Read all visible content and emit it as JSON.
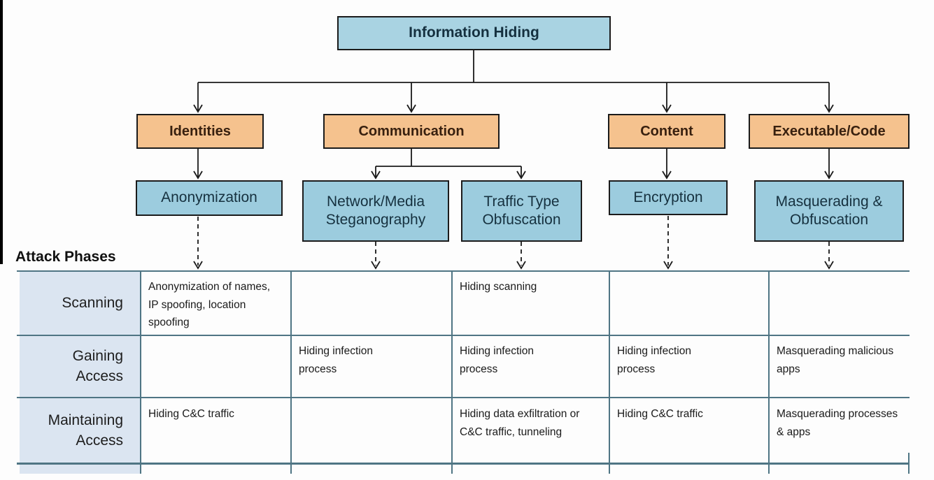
{
  "diagram": {
    "root": {
      "label": "Information Hiding"
    },
    "categories": [
      {
        "label": "Identities"
      },
      {
        "label": "Communication"
      },
      {
        "label": "Content"
      },
      {
        "label": "Executable/Code"
      }
    ],
    "techniques": [
      {
        "label": "Anonymization"
      },
      {
        "label": "Network/Media Steganography"
      },
      {
        "label": "Traffic Type Obfuscation"
      },
      {
        "label": "Encryption"
      },
      {
        "label": "Masquerading & Obfuscation"
      }
    ]
  },
  "table": {
    "title": "Attack Phases",
    "rows": [
      {
        "phase": "Scanning",
        "cells": [
          "Anonymization of names, IP spoofing, location spoofing",
          "",
          "Hiding scanning",
          "",
          ""
        ]
      },
      {
        "phase": "Gaining\nAccess",
        "cells": [
          "",
          "Hiding infection process",
          "Hiding infection process",
          "Hiding infection process",
          "Masquerading malicious apps"
        ]
      },
      {
        "phase": "Maintaining\nAccess",
        "cells": [
          "Hiding C&C traffic",
          "",
          "Hiding data exfiltration or C&C traffic, tunneling",
          "Hiding C&C traffic",
          "Masquerading processes & apps"
        ]
      }
    ]
  },
  "colors": {
    "root_box_fill": "#a9d3e2",
    "category_box_fill": "#f5c28e",
    "technique_box_fill": "#9cccde",
    "box_border": "#1b1b1b",
    "table_line": "#4f7584",
    "phase_header_fill": "#dbe5f1"
  }
}
